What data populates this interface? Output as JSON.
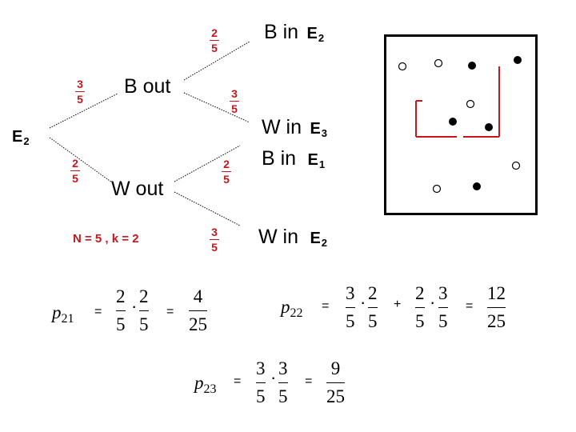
{
  "tree": {
    "root": {
      "main": "E",
      "sub": "2"
    },
    "branch_b_out": {
      "label": "B out",
      "prob_num": "3",
      "prob_den": "5"
    },
    "branch_w_out": {
      "label": "W out",
      "prob_num": "2",
      "prob_den": "5"
    },
    "leaf_b_in_e2": {
      "text": "B in",
      "e_main": "E",
      "e_sub": "2",
      "prob_num": "2",
      "prob_den": "5"
    },
    "leaf_w_in_e3": {
      "text": "W in",
      "e_main": "E",
      "e_sub": "3",
      "prob_num": "3",
      "prob_den": "5"
    },
    "leaf_b_in_e1": {
      "text": "B in",
      "e_main": "E",
      "e_sub": "1",
      "prob_num": "2",
      "prob_den": "5"
    },
    "leaf_w_in_e2": {
      "text": "W in",
      "e_main": "E",
      "e_sub": "2",
      "prob_num": "3",
      "prob_den": "5"
    }
  },
  "params": "N = 5 ,  k = 2",
  "equations": {
    "p21": {
      "p": "p",
      "sub": "21",
      "eq": "=",
      "a_num": "2",
      "a_den": "5",
      "dot": "·",
      "b_num": "2",
      "b_den": "5",
      "eq2": "=",
      "r_num": "4",
      "r_den": "25"
    },
    "p22": {
      "p": "p",
      "sub": "22",
      "eq": "=",
      "a_num": "3",
      "a_den": "5",
      "dot": "·",
      "b_num": "2",
      "b_den": "5",
      "plus": "+",
      "c_num": "2",
      "c_den": "5",
      "dot2": "·",
      "d_num": "3",
      "d_den": "5",
      "eq2": "=",
      "r_num": "12",
      "r_den": "25"
    },
    "p23": {
      "p": "p",
      "sub": "23",
      "eq": "=",
      "a_num": "3",
      "a_den": "5",
      "dot": "·",
      "b_num": "3",
      "b_den": "5",
      "eq2": "=",
      "r_num": "9",
      "r_den": "25"
    }
  },
  "colors": {
    "accent_red": "#c8161d",
    "ink": "#000000"
  }
}
